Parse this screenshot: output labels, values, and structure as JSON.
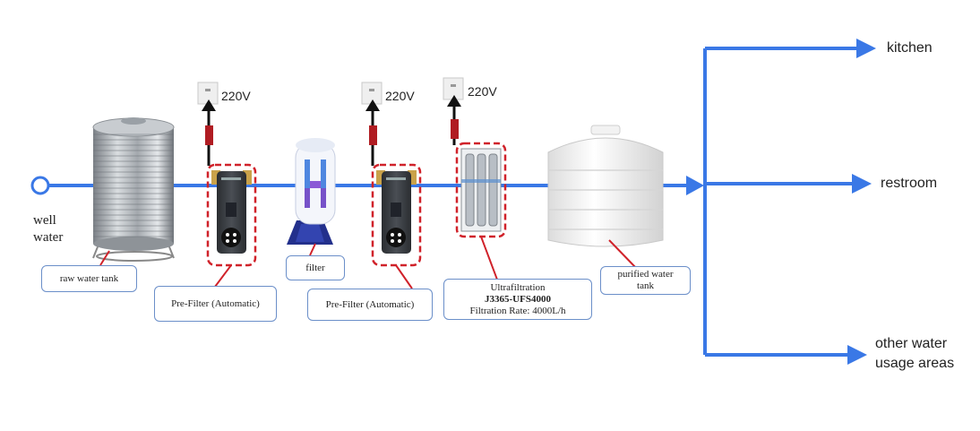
{
  "source": {
    "label_line1": "well",
    "label_line2": "water"
  },
  "power": {
    "voltage_label": "220V"
  },
  "components": {
    "raw_tank": "raw water tank",
    "prefilter_1": "Pre-Filter (Automatic)",
    "filter": "filter",
    "prefilter_2": "Pre-Filter (Automatic)",
    "uf_title": "Ultrafiltration",
    "uf_model": "J3365-UFS4000",
    "uf_rate": "Filtration Rate: 4000L/h",
    "purified_tank_line1": "purified water",
    "purified_tank_line2": "tank"
  },
  "destinations": {
    "kitchen": "kitchen",
    "restroom": "restroom",
    "other_line1": "other water",
    "other_line2": "usage areas"
  },
  "colors": {
    "pipe": "#3a78e6",
    "power_line": "#111111",
    "highlight": "#d0222a",
    "label_border": "#6b8fc9"
  }
}
